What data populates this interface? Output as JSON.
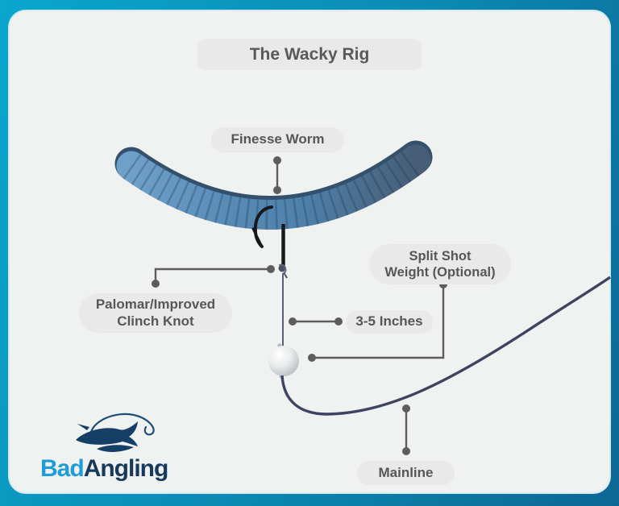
{
  "title": "The Wacky Rig",
  "labels": {
    "finesse_worm": "Finesse Worm",
    "split_shot": {
      "line1": "Split Shot",
      "line2": "Weight (Optional)"
    },
    "knot": {
      "line1": "Palomar/Improved",
      "line2": "Clinch Knot"
    },
    "distance": "3-5 Inches",
    "mainline": "Mainline"
  },
  "logo": {
    "brand_part1": "Bad",
    "brand_part2": "Angling"
  },
  "colors": {
    "frame_gradient_start": "#0aa6cd",
    "frame_gradient_end": "#0d6795",
    "card_background": "#f0f2f1",
    "label_background": "#e8e9e8",
    "label_text": "#565758",
    "connector": "#5d5d5d",
    "worm_blue_left": "#6fa0c9",
    "worm_blue_mid": "#4d7fa9",
    "worm_gray_right": "#475d76",
    "hook_black": "#17181a",
    "mainline_navy": "#3d4360",
    "logo_light_blue": "#1f9bd7",
    "logo_navy": "#16395d"
  }
}
